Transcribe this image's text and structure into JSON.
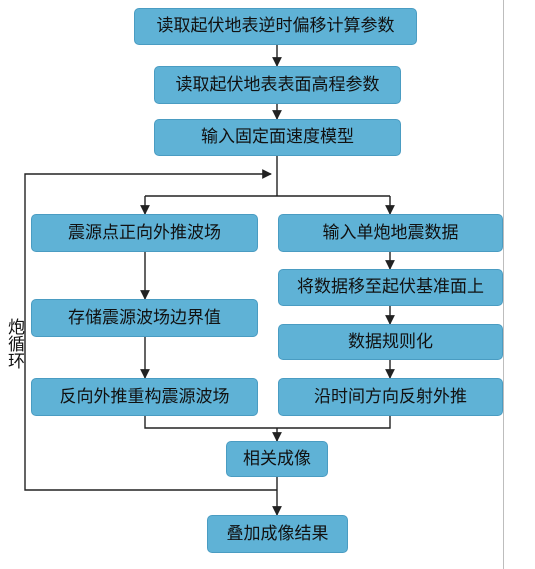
{
  "steps": {
    "read_migration_params": "读取起伏地表逆时偏移计算参数",
    "read_elevation_params": "读取起伏地表表面高程参数",
    "input_velocity_model": "输入固定面速度模型",
    "source_forward": "震源点正向外推波场",
    "store_boundary": "存储震源波场边界值",
    "reverse_reconstruct": "反向外推重构震源波场",
    "input_shot_data": "输入单炮地震数据",
    "move_to_datum": "将数据移至起伏基准面上",
    "regularize_data": "数据规则化",
    "reverse_time_extrapolate": "沿时间方向反射外推",
    "correlation_imaging": "相关成像",
    "stack_result": "叠加成像结果"
  },
  "loop_label": "炮循环",
  "colors": {
    "box_fill": "#5fb2d6",
    "box_border": "#4a9cc2",
    "line": "#222222",
    "divider": "#bdbdbd"
  }
}
